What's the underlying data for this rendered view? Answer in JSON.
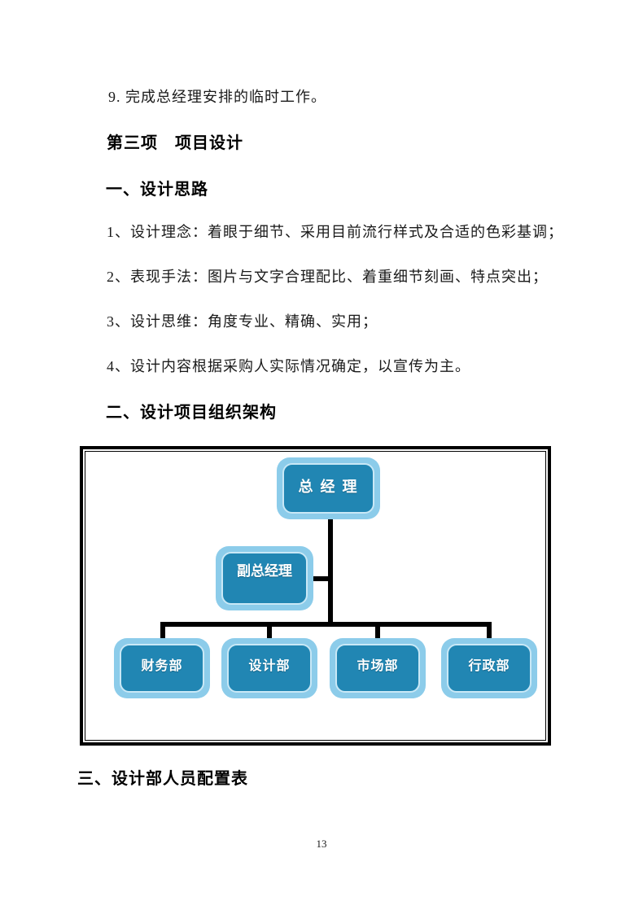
{
  "document": {
    "paragraph_9": "9. 完成总经理安排的临时工作。",
    "section_heading": "第三项　项目设计",
    "sub1_heading": "一、设计思路",
    "items": [
      "1、设计理念：着眼于细节、采用目前流行样式及合适的色彩基调；",
      "2、表现手法：图片与文字合理配比、着重细节刻画、特点突出；",
      "3、设计思维：角度专业、精确、实用；",
      "4、设计内容根据采购人实际情况确定，以宣传为主。"
    ],
    "sub2_heading": "二、设计项目组织架构",
    "sub3_heading": "三、设计部人员配置表"
  },
  "org_chart": {
    "nodes": {
      "root": "总 经 理",
      "deputy": "副总经理",
      "departments": [
        "财务部",
        "设计部",
        "市场部",
        "行政部"
      ]
    },
    "colors": {
      "box_fill": "#2186B3",
      "box_rim": "#8CCCEA",
      "box_inner_border": "#C9E8F6",
      "connector": "#000000",
      "frame_border": "#000000",
      "label_text": "#FFFFFF"
    }
  },
  "page": {
    "number": "13"
  }
}
